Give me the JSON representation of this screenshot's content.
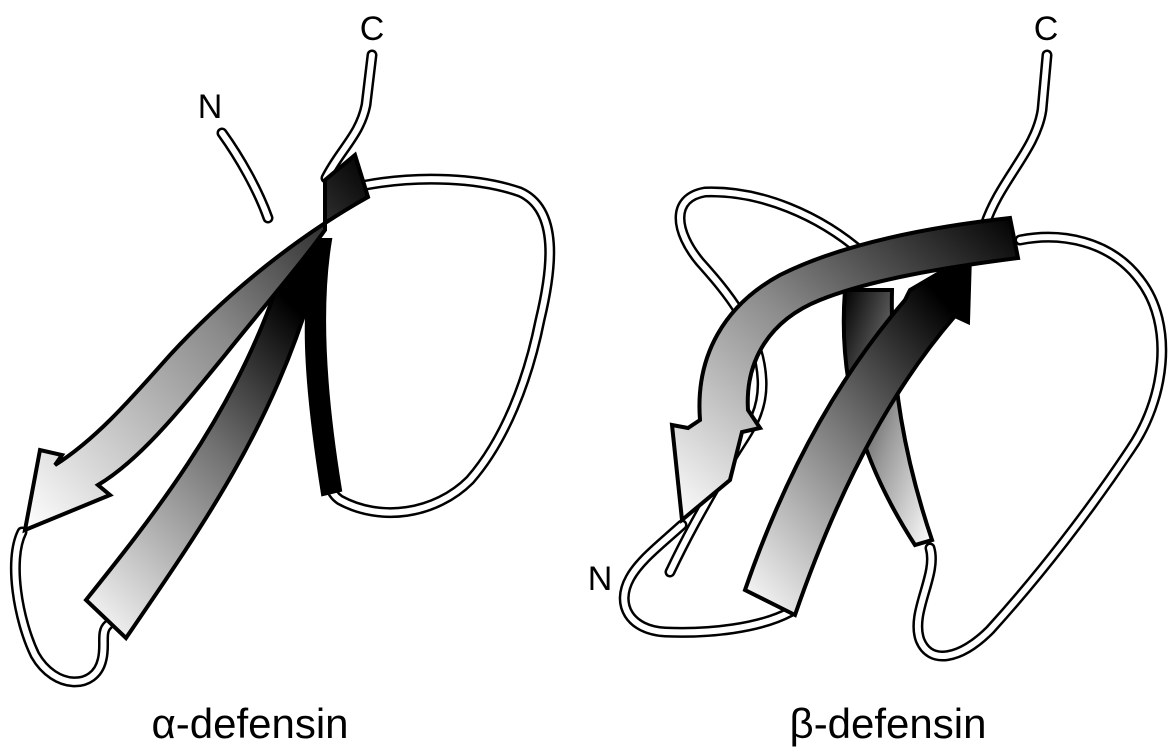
{
  "figure": {
    "alpha": {
      "caption": "α-defensin",
      "n_terminus": "N",
      "c_terminus": "C"
    },
    "beta": {
      "caption": "β-defensin",
      "n_terminus": "N",
      "c_terminus": "C"
    }
  },
  "colors": {
    "background": "#ffffff",
    "ink": "#000000",
    "strand_light": "#ffffff",
    "strand_dark": "#000000"
  }
}
